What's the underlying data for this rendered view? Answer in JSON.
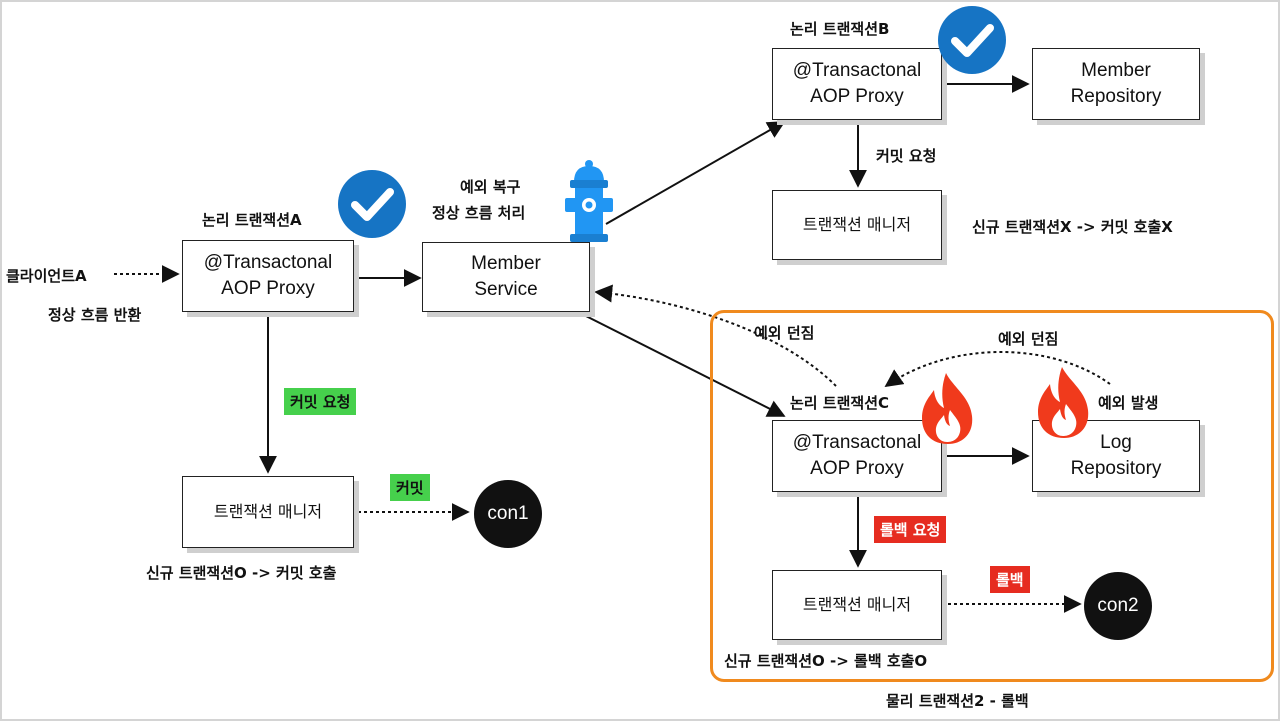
{
  "diagram": {
    "nodes": {
      "proxy_a": {
        "line1": "@Transactonal",
        "line2": "AOP Proxy"
      },
      "member_service": {
        "line1": "Member",
        "line2": "Service"
      },
      "tm_a": {
        "label": "트랜잭션 매니저"
      },
      "proxy_b": {
        "line1": "@Transactonal",
        "line2": "AOP Proxy"
      },
      "member_repository": {
        "line1": "Member",
        "line2": "Repository"
      },
      "tm_b": {
        "label": "트랜잭션 매니저"
      },
      "proxy_c": {
        "line1": "@Transactonal",
        "line2": "AOP Proxy"
      },
      "log_repository": {
        "line1": "Log",
        "line2": "Repository"
      },
      "tm_c": {
        "label": "트랜잭션 매니저"
      },
      "con1": {
        "label": "con1"
      },
      "con2": {
        "label": "con2"
      }
    },
    "labels": {
      "client": "클라이언트A",
      "normal_return": "정상 흐름 반환",
      "logical_a": "논리 트랜잭션A",
      "recover_line1": "예외 복구",
      "recover_line2": "정상 흐름 처리",
      "logical_b": "논리 트랜잭션B",
      "commit_request_b": "커밋 요청",
      "new_tx_x": "신규 트랜잭션X -> 커밋 호출X",
      "new_tx_o_commit": "신규 트랜잭션O -> 커밋 호출",
      "throw_left": "예외 던짐",
      "throw_right": "예외 던짐",
      "logical_c": "논리 트랜잭션C",
      "exception_occur": "예외 발생",
      "new_tx_o_rollback": "신규 트랜잭션O -> 롤백 호출O",
      "physical_tx2": "물리 트랜잭션2 - 롤백"
    },
    "tags": {
      "commit_request_a": "커밋 요청",
      "commit": "커밋",
      "rollback_request": "롤백 요청",
      "rollback": "롤백"
    },
    "icons": {
      "check_a": "check-circle-icon",
      "check_b": "check-circle-icon",
      "hydrant": "fire-hydrant-icon",
      "fire_c": "fire-icon",
      "fire_log": "fire-icon"
    },
    "colors": {
      "check": "#1674c4",
      "hydrant": "#2196f3",
      "fire": "#f03a1c",
      "group_border": "#f08a1e",
      "green_tag": "#46d04c",
      "red_tag": "#e62c20"
    }
  }
}
